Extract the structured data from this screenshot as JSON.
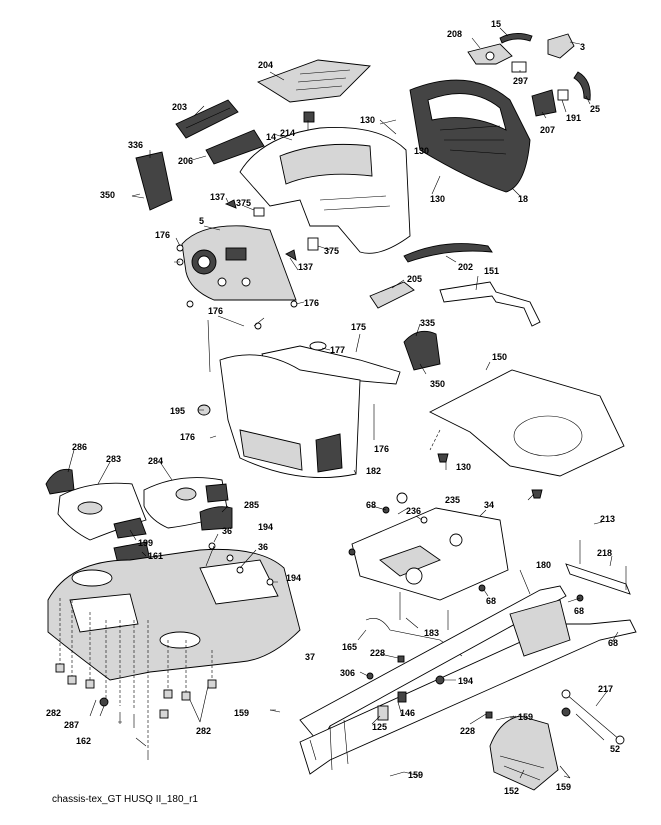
{
  "caption": "chassis-tex_GT HUSQ II_180_r1",
  "labels": [
    "15",
    "208",
    "3",
    "297",
    "25",
    "204",
    "191",
    "207",
    "203",
    "130",
    "214",
    "14",
    "130",
    "336",
    "206",
    "130",
    "350",
    "18",
    "137",
    "375",
    "5",
    "176",
    "375",
    "202",
    "137",
    "151",
    "205",
    "176",
    "176",
    "175",
    "335",
    "177",
    "150",
    "350",
    "195",
    "176",
    "176",
    "182",
    "130",
    "286",
    "283",
    "284",
    "235",
    "68",
    "34",
    "285",
    "236",
    "213",
    "36",
    "194",
    "199",
    "218",
    "161",
    "36",
    "68",
    "194",
    "180",
    "68",
    "68",
    "165",
    "183",
    "37",
    "228",
    "306",
    "194",
    "217",
    "282",
    "287",
    "125",
    "146",
    "228",
    "159",
    "159",
    "162",
    "282",
    "52",
    "159",
    "152",
    "159"
  ]
}
